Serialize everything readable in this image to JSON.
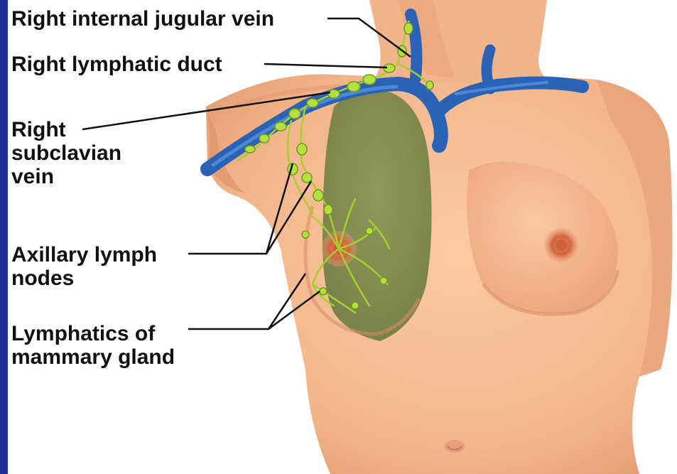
{
  "colors": {
    "sidebar": "#1e2e96",
    "skin": "#f6bd93",
    "skin_shadow": "#e59c74",
    "vein": "#2f6fc0",
    "lymph": "#a8d431",
    "gland": "#7e8a4f",
    "nipple": "#d0633f",
    "leader": "#111111"
  },
  "labels": {
    "jugular": "Right internal jugular vein",
    "duct": "Right lymphatic duct",
    "subclavian": [
      "Right",
      "subclavian",
      "vein"
    ],
    "axillary": [
      "Axillary lymph",
      "nodes"
    ],
    "mammary": [
      "Lymphatics of",
      "mammary gland"
    ]
  }
}
